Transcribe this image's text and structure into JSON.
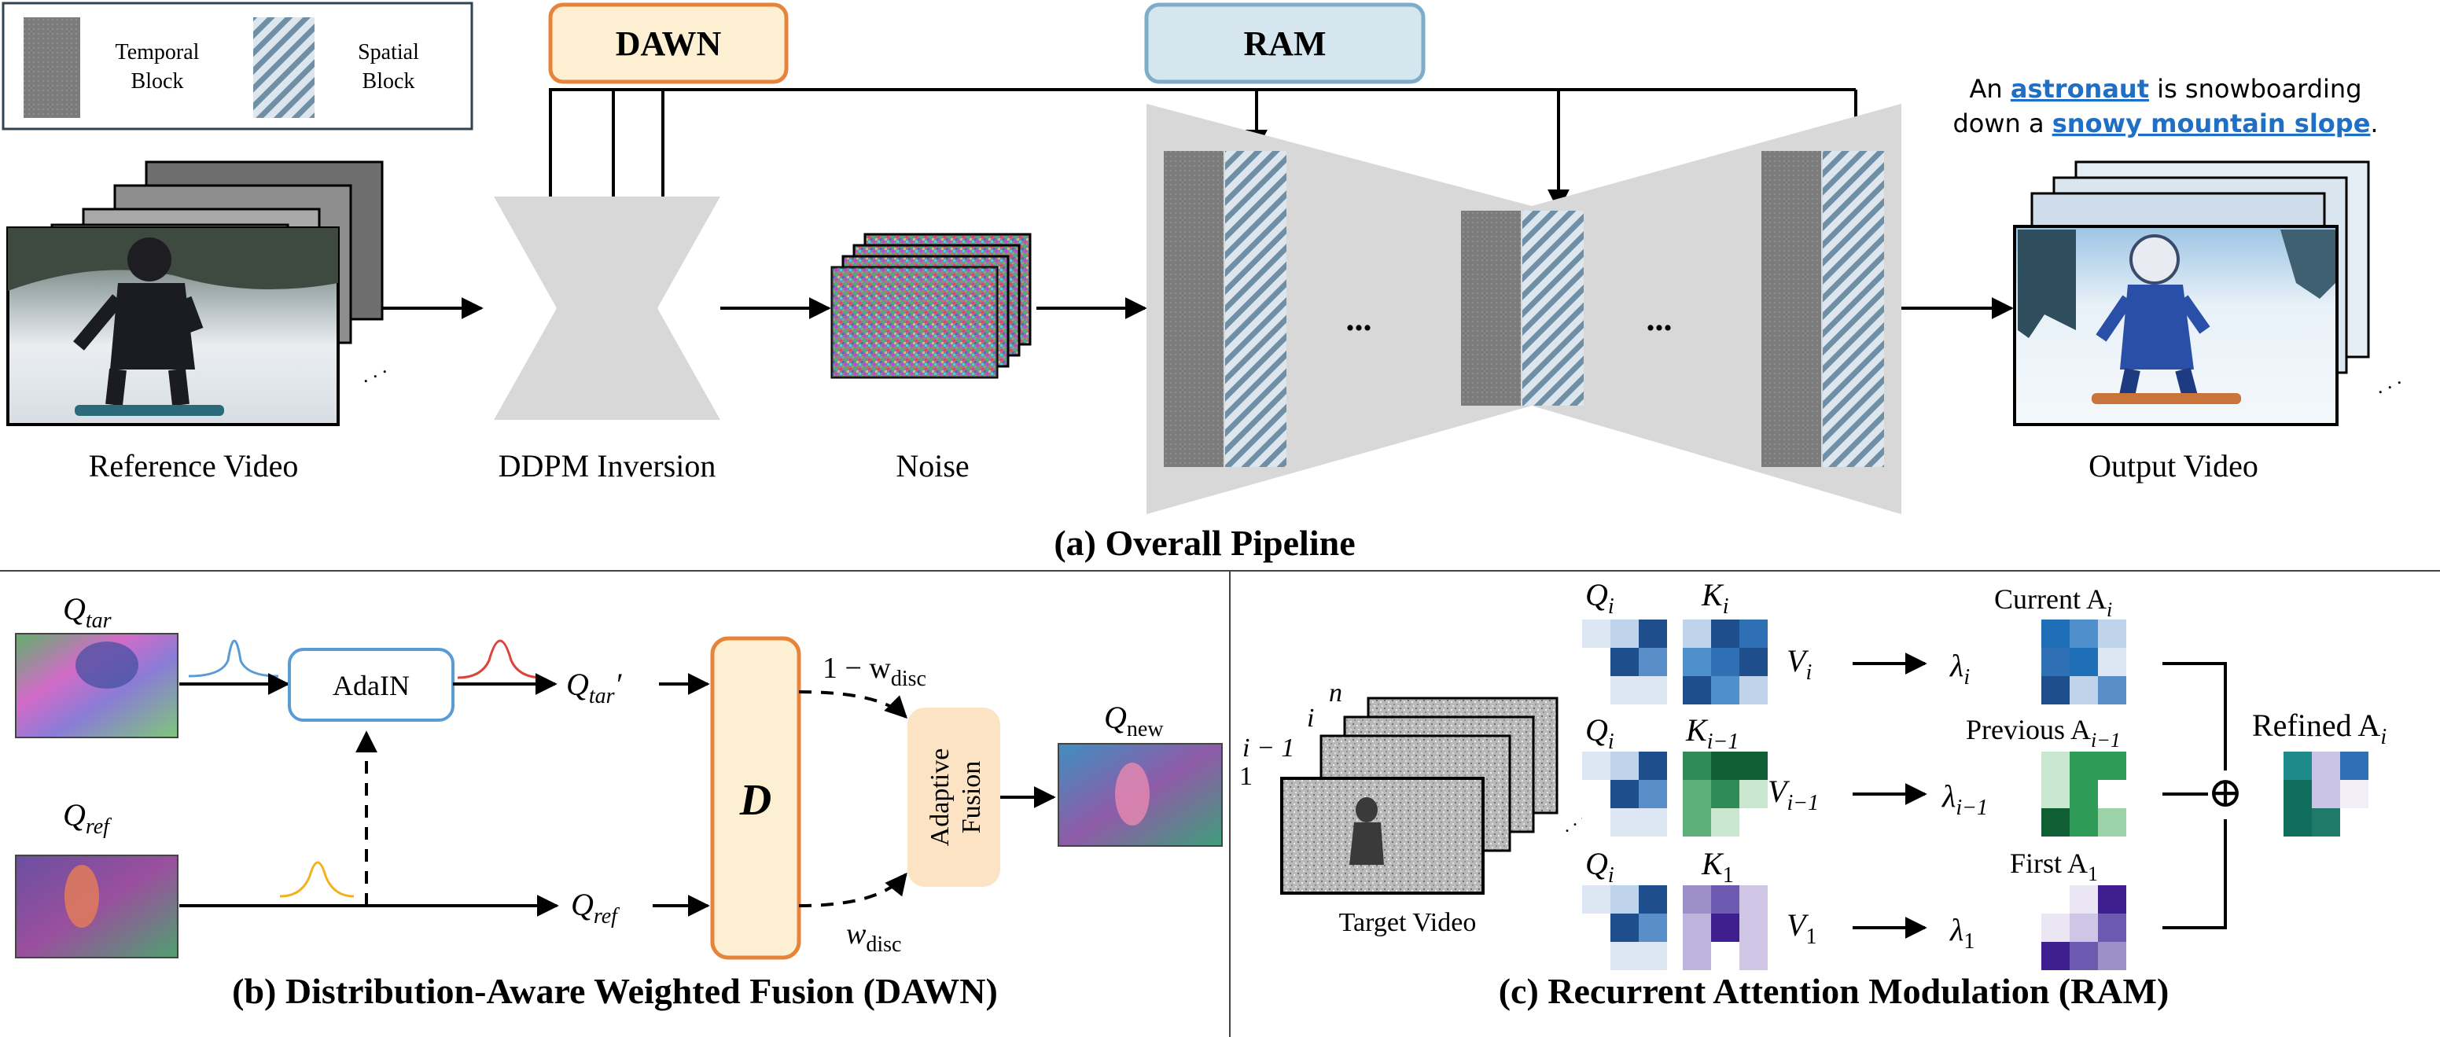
{
  "legend": {
    "temporal_block_line1": "Temporal",
    "temporal_block_line2": "Block",
    "spatial_block_line1": "Spatial",
    "spatial_block_line2": "Block"
  },
  "pipeline": {
    "dawn_label": "DAWN",
    "ram_label": "RAM",
    "reference_video_label": "Reference Video",
    "ddpm_inversion_label": "DDPM Inversion",
    "noise_label": "Noise",
    "output_video_label": "Output Video",
    "ellipsis_1": "...",
    "ellipsis_2": "...",
    "prompt": {
      "line1_prefix": "An ",
      "line1_highlight": "astronaut",
      "line1_suffix": " is snowboarding",
      "line2_prefix": "down a ",
      "line2_highlight": "snowy mountain slope",
      "line2_suffix": "."
    },
    "caption": "(a) Overall Pipeline"
  },
  "dawn": {
    "q_tar_label": "Q",
    "q_tar_sub": "tar",
    "adain_label": "AdaIN",
    "q_tar_prime_label": "Q",
    "q_tar_prime_sub": "tar",
    "q_tar_prime_mark": "′",
    "d_label": "D",
    "one_minus_label": "1 − w",
    "one_minus_sub": "disc",
    "w_disc_label": "w",
    "w_disc_sub": "disc",
    "adaptive_line1": "Adaptive",
    "adaptive_line2": "Fusion",
    "q_new_label": "Q",
    "q_new_sub": "new",
    "q_ref_label": "Q",
    "q_ref_sub": "ref",
    "q_ref_mid_label": "Q",
    "q_ref_mid_sub": "ref",
    "caption": "(b) Distribution-Aware Weighted Fusion (DAWN)"
  },
  "ram": {
    "frame_n": "n",
    "frame_i": "i",
    "frame_i_minus_1": "i − 1",
    "frame_1": "1",
    "target_video_label": "Target Video",
    "q_label": "Q",
    "q_sub": "i",
    "k_i_label": "K",
    "k_i_sub": "i",
    "k_prev_label": "K",
    "k_prev_sub": "i−1",
    "k_1_label": "K",
    "k_1_sub": "1",
    "v_i_label": "V",
    "v_i_sub": "i",
    "v_prev_label": "V",
    "v_prev_sub": "i−1",
    "v_1_label": "V",
    "v_1_sub": "1",
    "lambda_i_label": "λ",
    "lambda_i_sub": "i",
    "lambda_prev_label": "λ",
    "lambda_prev_sub": "i−1",
    "lambda_1_label": "λ",
    "lambda_1_sub": "1",
    "current_label": "Current A",
    "current_sub": "i",
    "previous_label": "Previous A",
    "previous_sub": "i−1",
    "first_label": "First A",
    "first_sub": "1",
    "oplus": "⊕",
    "refined_label": "Refined A",
    "refined_sub": "i",
    "caption": "(c) Recurrent Attention Modulation (RAM)"
  },
  "colors": {
    "dawn_border": "#E5843A",
    "dawn_fill": "#FDF0D2",
    "ram_border": "#7FADC9",
    "ram_fill": "#D6E6EF",
    "unet_gray": "#D8D8D8",
    "temporal_gray": "#808080",
    "adain_border": "#5B9BD5",
    "link_blue": "#1F6FC5",
    "d_border": "#E5843A",
    "d_fill": "#FDF0D2",
    "fusion_fill": "#FCE3C4"
  }
}
